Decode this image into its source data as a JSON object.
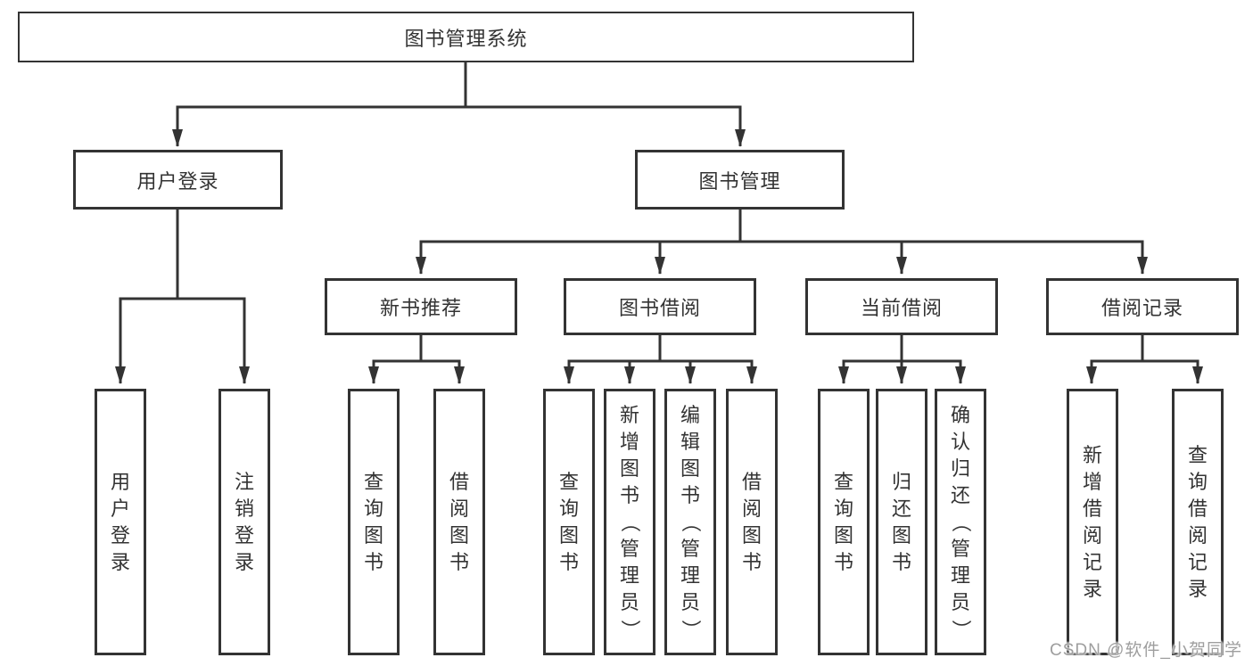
{
  "nodes": {
    "root": {
      "label": "图书管理系统"
    },
    "user_login": {
      "label": "用户登录"
    },
    "book_management": {
      "label": "图书管理"
    },
    "new_book_recommend": {
      "label": "新书推荐"
    },
    "book_borrow": {
      "label": "图书借阅"
    },
    "current_borrow": {
      "label": "当前借阅"
    },
    "borrow_records": {
      "label": "借阅记录"
    }
  },
  "leaves": {
    "user_login": [
      "用户登录",
      "注销登录"
    ],
    "new_book_recommend": [
      "查询图书",
      "借阅图书"
    ],
    "book_borrow": [
      "查询图书",
      "新增图书（管理员）",
      "编辑图书（管理员）",
      "借阅图书"
    ],
    "current_borrow": [
      "查询图书",
      "归还图书",
      "确认归还（管理员）"
    ],
    "borrow_records": [
      "新增借阅记录",
      "查询借阅记录"
    ]
  },
  "edges": [
    [
      "图书管理系统",
      "用户登录"
    ],
    [
      "图书管理系统",
      "图书管理"
    ],
    [
      "用户登录",
      "用户登录"
    ],
    [
      "用户登录",
      "注销登录"
    ],
    [
      "图书管理",
      "新书推荐"
    ],
    [
      "图书管理",
      "图书借阅"
    ],
    [
      "图书管理",
      "当前借阅"
    ],
    [
      "图书管理",
      "借阅记录"
    ],
    [
      "新书推荐",
      "查询图书"
    ],
    [
      "新书推荐",
      "借阅图书"
    ],
    [
      "图书借阅",
      "查询图书"
    ],
    [
      "图书借阅",
      "新增图书（管理员）"
    ],
    [
      "图书借阅",
      "编辑图书（管理员）"
    ],
    [
      "图书借阅",
      "借阅图书"
    ],
    [
      "当前借阅",
      "查询图书"
    ],
    [
      "当前借阅",
      "归还图书"
    ],
    [
      "当前借阅",
      "确认归还（管理员）"
    ],
    [
      "借阅记录",
      "新增借阅记录"
    ],
    [
      "借阅记录",
      "查询借阅记录"
    ]
  ],
  "watermark": {
    "text": "CSDN @软件_小贺同学"
  },
  "colors": {
    "line": "#333333",
    "text": "#333333",
    "box_background": "#ffffff",
    "watermark": "#9e9e9e",
    "background": "#ffffff"
  }
}
